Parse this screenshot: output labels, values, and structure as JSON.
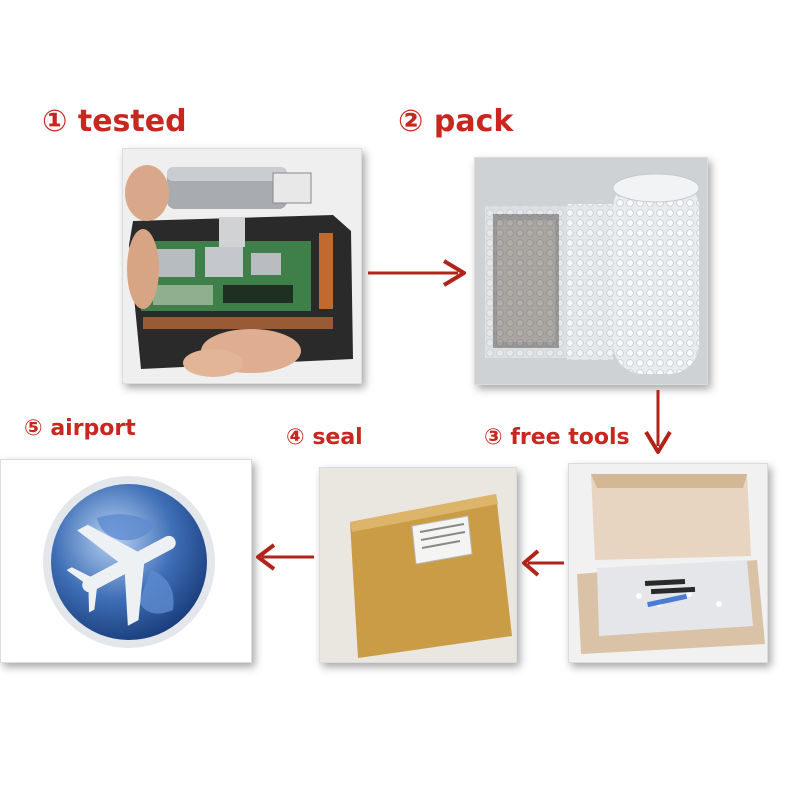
{
  "steps": [
    {
      "number": "①",
      "label": "tested"
    },
    {
      "number": "②",
      "label": "pack"
    },
    {
      "number": "③",
      "label": "free tools"
    },
    {
      "number": "④",
      "label": "seal"
    },
    {
      "number": "⑤",
      "label": "airport"
    }
  ],
  "colors": {
    "label_red": "#c8261e",
    "arrow_red": "#b0241c",
    "globe_blue": "#2f5fa8",
    "parcel_tan": "#c99c45"
  },
  "icons": [
    "globe-airplane-icon",
    "arrow-right-icon",
    "arrow-down-icon",
    "arrow-left-icon"
  ]
}
